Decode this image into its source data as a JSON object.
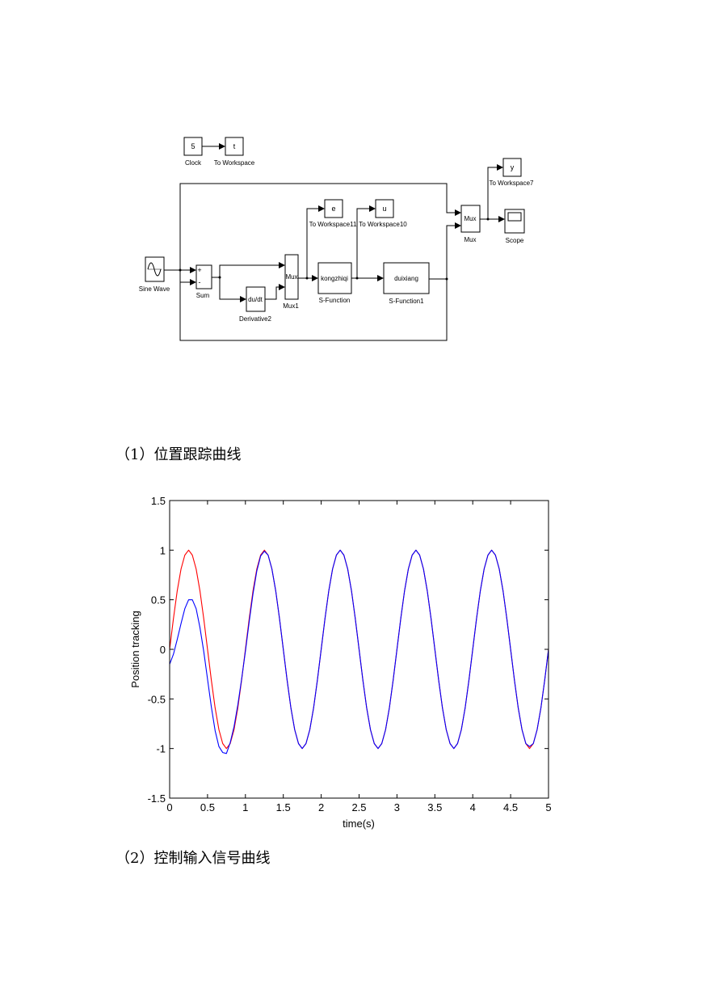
{
  "diagram": {
    "blocks": {
      "clock": {
        "content": "5",
        "label": "Clock"
      },
      "to_workspace": {
        "content": "t",
        "label": "To Workspace"
      },
      "to_workspace7": {
        "content": "y",
        "label": "To Workspace7"
      },
      "to_workspace11": {
        "content": "e",
        "label": "To Workspace11"
      },
      "to_workspace10": {
        "content": "u",
        "label": "To Workspace10"
      },
      "sine_wave": {
        "label": "Sine Wave"
      },
      "sum": {
        "label": "Sum",
        "plus": "+",
        "minus": "-"
      },
      "derivative": {
        "content": "du/dt",
        "label": "Derivative2"
      },
      "mux1": {
        "content": "Mux",
        "label": "Mux1"
      },
      "sfunction": {
        "content": "kongzhiqi",
        "label": "S-Function"
      },
      "sfunction1": {
        "content": "duixiang",
        "label": "S-Function1"
      },
      "mux": {
        "content": "Mux",
        "label": "Mux"
      },
      "scope": {
        "label": "Scope"
      }
    }
  },
  "captions": {
    "first": "（1）位置跟踪曲线",
    "second": "（2）控制输入信号曲线"
  },
  "chart_data": {
    "type": "line",
    "xlabel": "time(s)",
    "ylabel": "Position tracking",
    "xlim": [
      0,
      5
    ],
    "ylim": [
      -1.5,
      1.5
    ],
    "xticks": [
      0,
      0.5,
      1,
      1.5,
      2,
      2.5,
      3,
      3.5,
      4,
      4.5,
      5
    ],
    "yticks": [
      -1.5,
      -1,
      -0.5,
      0,
      0.5,
      1,
      1.5
    ],
    "xtick_labels": [
      "0",
      "0.5",
      "1",
      "1.5",
      "2",
      "2.5",
      "3",
      "3.5",
      "4",
      "4.5",
      "5"
    ],
    "ytick_labels": [
      "-1.5",
      "-1",
      "-0.5",
      "0",
      "0.5",
      "1",
      "1.5"
    ],
    "grid": false,
    "series": [
      {
        "color": "#ff0000",
        "x": [
          0,
          0.05,
          0.1,
          0.15,
          0.2,
          0.25,
          0.3,
          0.35,
          0.4,
          0.45,
          0.5,
          0.55,
          0.6,
          0.65,
          0.7,
          0.75,
          0.8,
          0.85,
          0.9,
          0.95,
          1.0,
          1.05,
          1.1,
          1.15,
          1.2,
          1.25,
          1.3,
          1.35,
          1.4,
          1.45,
          1.5,
          1.55,
          1.6,
          1.65,
          1.7,
          1.75,
          1.8,
          1.85,
          1.9,
          1.95,
          2.0,
          2.05,
          2.1,
          2.15,
          2.2,
          2.25,
          2.3,
          2.35,
          2.4,
          2.45,
          2.5,
          2.55,
          2.6,
          2.65,
          2.7,
          2.75,
          2.8,
          2.85,
          2.9,
          2.95,
          3.0,
          3.05,
          3.1,
          3.15,
          3.2,
          3.25,
          3.3,
          3.35,
          3.4,
          3.45,
          3.5,
          3.55,
          3.6,
          3.65,
          3.7,
          3.75,
          3.8,
          3.85,
          3.9,
          3.95,
          4.0,
          4.05,
          4.1,
          4.15,
          4.2,
          4.25,
          4.3,
          4.35,
          4.4,
          4.45,
          4.5,
          4.55,
          4.6,
          4.65,
          4.7,
          4.75,
          4.8,
          4.85,
          4.9,
          4.95,
          5.0
        ],
        "y": [
          0.0,
          0.31,
          0.59,
          0.81,
          0.95,
          1.0,
          0.95,
          0.81,
          0.59,
          0.31,
          0.0,
          -0.31,
          -0.59,
          -0.81,
          -0.95,
          -1.0,
          -0.95,
          -0.81,
          -0.59,
          -0.31,
          0.0,
          0.31,
          0.59,
          0.81,
          0.95,
          1.0,
          0.95,
          0.81,
          0.59,
          0.31,
          0.0,
          -0.31,
          -0.59,
          -0.81,
          -0.95,
          -1.0,
          -0.95,
          -0.81,
          -0.59,
          -0.31,
          0.0,
          0.31,
          0.59,
          0.81,
          0.95,
          1.0,
          0.95,
          0.81,
          0.59,
          0.31,
          0.0,
          -0.31,
          -0.59,
          -0.81,
          -0.95,
          -1.0,
          -0.95,
          -0.81,
          -0.59,
          -0.31,
          0.0,
          0.31,
          0.59,
          0.81,
          0.95,
          1.0,
          0.95,
          0.81,
          0.59,
          0.31,
          0.0,
          -0.31,
          -0.59,
          -0.81,
          -0.95,
          -1.0,
          -0.95,
          -0.81,
          -0.59,
          -0.31,
          0.0,
          0.31,
          0.59,
          0.81,
          0.95,
          1.0,
          0.95,
          0.81,
          0.59,
          0.31,
          0.0,
          -0.31,
          -0.59,
          -0.81,
          -0.95,
          -1.0,
          -0.95,
          -0.81,
          -0.59,
          -0.31,
          0.0
        ]
      },
      {
        "color": "#0000ff",
        "x": [
          0,
          0.05,
          0.1,
          0.15,
          0.2,
          0.25,
          0.3,
          0.35,
          0.4,
          0.45,
          0.5,
          0.55,
          0.6,
          0.65,
          0.7,
          0.75,
          0.8,
          0.85,
          0.9,
          0.95,
          1.0,
          1.05,
          1.1,
          1.15,
          1.2,
          1.25,
          1.3,
          1.35,
          1.4,
          1.45,
          1.5,
          1.55,
          1.6,
          1.65,
          1.7,
          1.75,
          1.8,
          1.85,
          1.9,
          1.95,
          2.0,
          2.05,
          2.1,
          2.15,
          2.2,
          2.25,
          2.3,
          2.35,
          2.4,
          2.45,
          2.5,
          2.55,
          2.6,
          2.65,
          2.7,
          2.75,
          2.8,
          2.85,
          2.9,
          2.95,
          3.0,
          3.05,
          3.1,
          3.15,
          3.2,
          3.25,
          3.3,
          3.35,
          3.4,
          3.45,
          3.5,
          3.55,
          3.6,
          3.65,
          3.7,
          3.75,
          3.8,
          3.85,
          3.9,
          3.95,
          4.0,
          4.05,
          4.1,
          4.15,
          4.2,
          4.25,
          4.3,
          4.35,
          4.4,
          4.45,
          4.5,
          4.55,
          4.6,
          4.65,
          4.7,
          4.75,
          4.8,
          4.85,
          4.9,
          4.95,
          5.0
        ],
        "y": [
          -0.15,
          -0.05,
          0.1,
          0.26,
          0.41,
          0.5,
          0.5,
          0.41,
          0.22,
          -0.02,
          -0.3,
          -0.58,
          -0.82,
          -0.98,
          -1.04,
          -1.05,
          -0.94,
          -0.78,
          -0.56,
          -0.3,
          -0.02,
          0.28,
          0.56,
          0.79,
          0.94,
          0.99,
          0.95,
          0.81,
          0.59,
          0.31,
          0.0,
          -0.31,
          -0.59,
          -0.81,
          -0.95,
          -1.0,
          -0.95,
          -0.81,
          -0.59,
          -0.31,
          0.0,
          0.31,
          0.59,
          0.81,
          0.95,
          1.0,
          0.95,
          0.81,
          0.59,
          0.31,
          0.0,
          -0.31,
          -0.59,
          -0.81,
          -0.95,
          -1.0,
          -0.95,
          -0.81,
          -0.59,
          -0.31,
          0.0,
          0.31,
          0.59,
          0.81,
          0.95,
          1.0,
          0.95,
          0.81,
          0.59,
          0.31,
          0.0,
          -0.31,
          -0.59,
          -0.81,
          -0.95,
          -1.0,
          -0.95,
          -0.81,
          -0.59,
          -0.31,
          0.0,
          0.31,
          0.59,
          0.81,
          0.95,
          1.0,
          0.95,
          0.81,
          0.59,
          0.31,
          0.0,
          -0.31,
          -0.59,
          -0.81,
          -0.95,
          -0.98,
          -0.95,
          -0.81,
          -0.59,
          -0.31,
          0.0
        ]
      }
    ]
  }
}
